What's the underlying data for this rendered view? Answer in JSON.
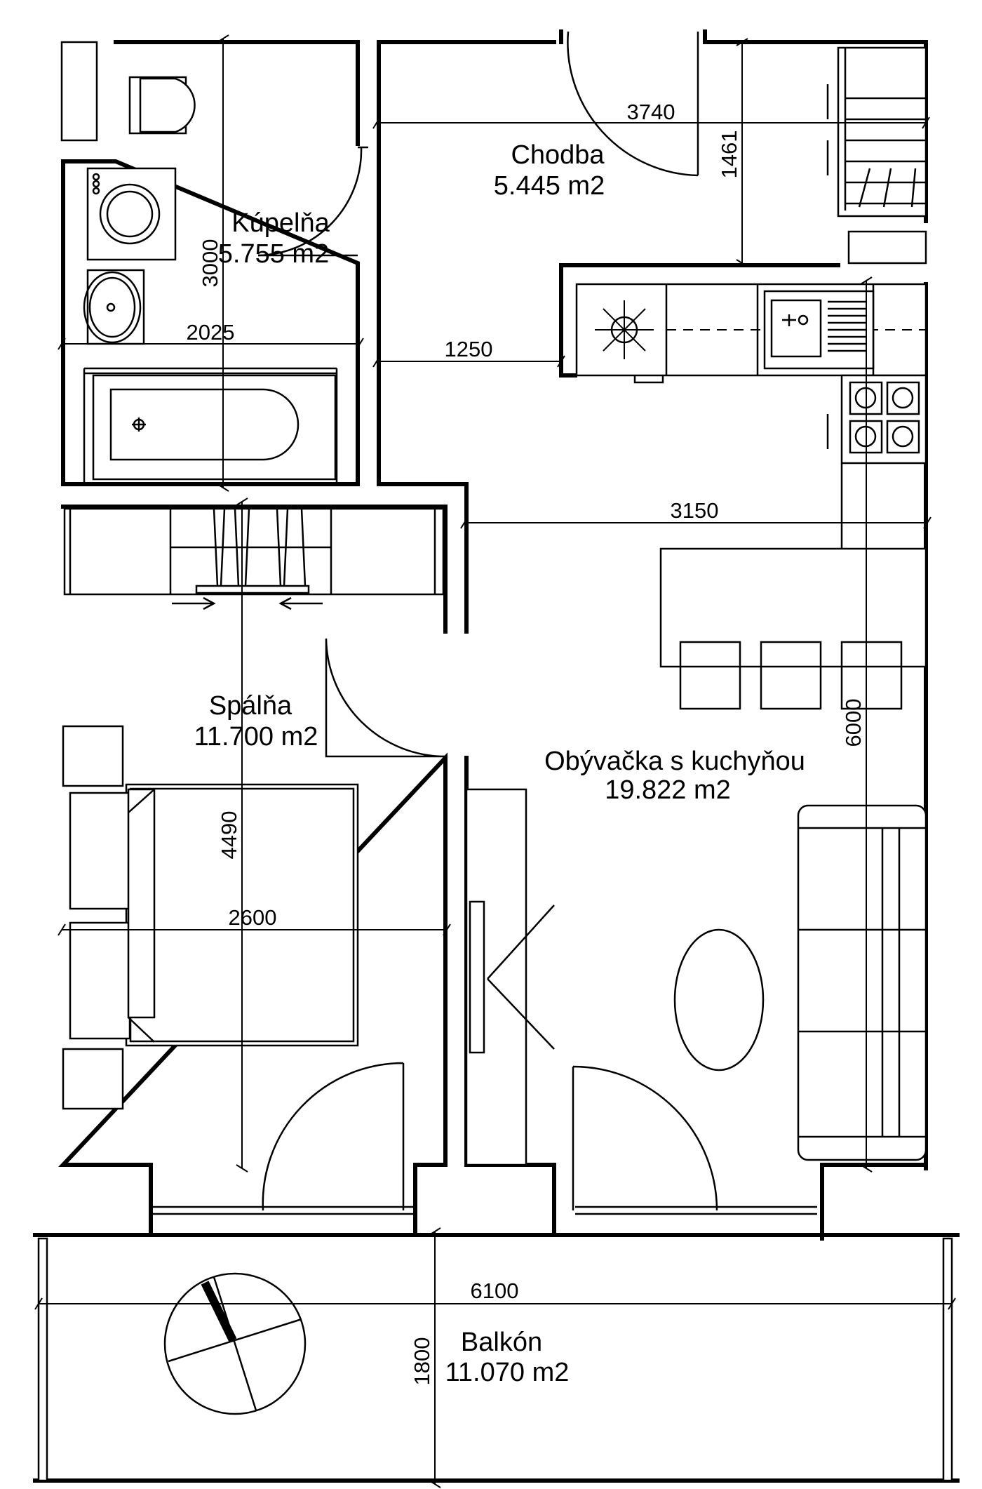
{
  "rooms": {
    "chodba": {
      "name": "Chodba",
      "area": "5.445 m2"
    },
    "kupelna": {
      "name": "Kúpelňa",
      "area": "5.755 m2"
    },
    "spalna": {
      "name": "Spálňa",
      "area": "11.700 m2"
    },
    "obyvacka": {
      "name": "Obývačka s kuchyňou",
      "area": "19.822 m2"
    },
    "balkon": {
      "name": "Balkón",
      "area": "11.070 m2"
    }
  },
  "dimensions": {
    "chodba_width": "3740",
    "chodba_depth": "1461",
    "kupelna_depth": "3000",
    "kupelna_width": "2025",
    "passage_width": "1250",
    "living_width": "3150",
    "living_depth": "6000",
    "bedroom_depth": "4490",
    "bedroom_width": "2600",
    "balcony_width": "6100",
    "balcony_depth": "1800"
  }
}
